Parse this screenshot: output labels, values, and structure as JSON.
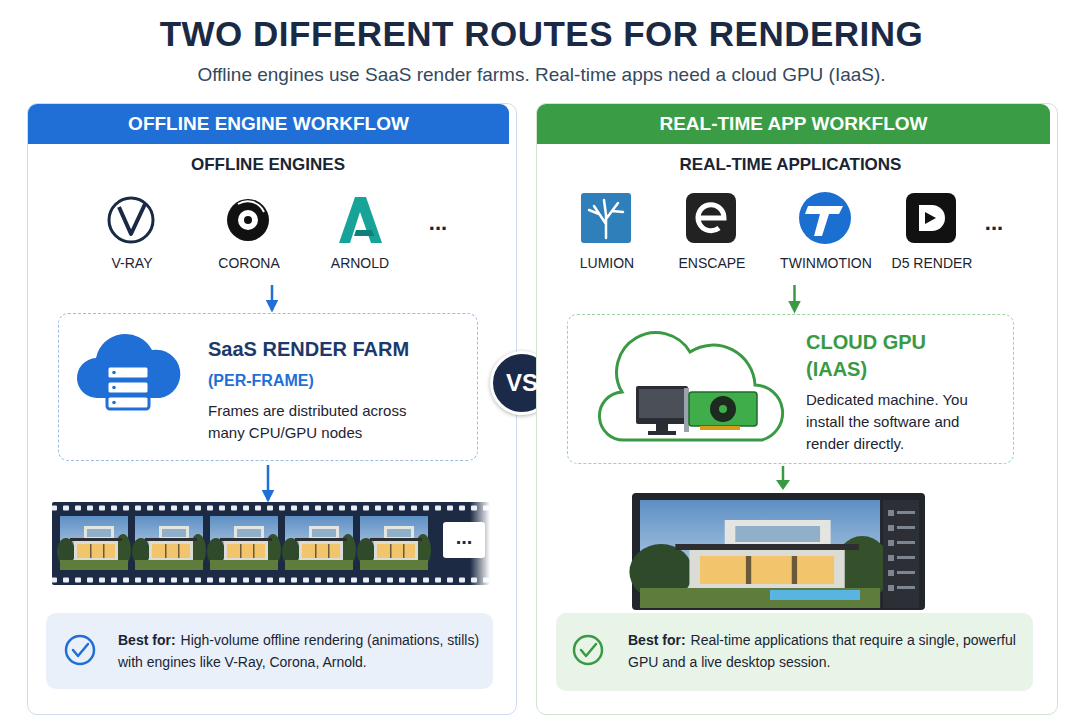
{
  "diagram": {
    "title": "TWO DIFFERENT ROUTES FOR RENDERING",
    "caption": "Offline engines use SaaS render farms. Real-time apps need a cloud GPU (IaaS).",
    "nodes": [
      {
        "text": [
          "OFFLINE ENGINE WORKFLOW"
        ]
      },
      {
        "text": [
          "OFFLINE ENGINES",
          "V-RAY",
          "CORONA",
          "ARNOLD",
          "..."
        ],
        "in": 0
      },
      {
        "text": [
          "SaaS RENDER FARM",
          "(PER-FRAME)",
          "Frames are distributed across many CPU/GPU nodes"
        ],
        "in": 0
      },
      {
        "text": [
          "..."
        ],
        "in": 0
      },
      {
        "text": [
          "Best for:",
          "High-volume offline rendering (animations, stills) with engines like V-Ray, Corona, Arnold."
        ],
        "in": 0
      },
      {
        "text": [
          "VS"
        ]
      },
      {
        "text": [
          "REAL-TIME APP WORKFLOW"
        ]
      },
      {
        "text": [
          "REAL-TIME APPLICATIONS",
          "LUMION",
          "ENSCAPE",
          "TWINMOTION",
          "D5 RENDER",
          "..."
        ],
        "in": 6
      },
      {
        "text": [
          "CLOUD GPU (IAAS)",
          "Dedicated machine. You install the software and render directly."
        ],
        "in": 6
      },
      {
        "text": [
          "Best for:",
          "Real-time applications that require a single, powerful GPU and a live desktop session."
        ],
        "in": 6
      }
    ],
    "edges": [
      {
        "from": 1,
        "to": 2,
        "arrow": "to"
      },
      {
        "from": 2,
        "to": 3,
        "arrow": "to"
      },
      {
        "from": 7,
        "to": 8,
        "arrow": "to"
      }
    ]
  }
}
